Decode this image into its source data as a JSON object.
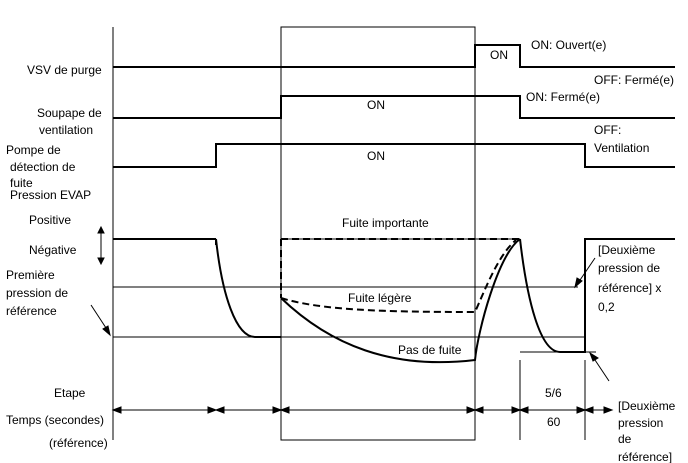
{
  "signals": {
    "purge_vsv": {
      "label": "VSV de purge",
      "pulse": "ON",
      "on_state": "ON: Ouvert(e)",
      "off_state": "OFF: Fermé(e)"
    },
    "vent_valve": {
      "label": [
        "Soupape de",
        "ventilation"
      ],
      "pulse": "ON",
      "on_state": "ON: Fermé(e)",
      "off_state": [
        "OFF:",
        "Ventilation"
      ]
    },
    "leak_pump": {
      "label": [
        "Pompe de",
        "détection de",
        "fuite"
      ],
      "pulse": "ON"
    }
  },
  "evap": {
    "title": "Pression EVAP",
    "positive": "Positive",
    "negative": "Négative",
    "first_ref": [
      "Première",
      "pression de",
      "référence"
    ],
    "big_leak": "Fuite importante",
    "small_leak": "Fuite légère",
    "no_leak": "Pas de fuite",
    "second_ref_x02": [
      "[Deuxième",
      "pression de",
      "référence] x",
      "0,2"
    ],
    "second_ref": [
      "[Deuxième",
      "pression",
      "de",
      "référence]"
    ]
  },
  "bottom": {
    "step_label": "Etape",
    "step_value": "5/6",
    "time_label": "Temps (secondes)",
    "time_value": "60",
    "reference_note": "(référence)"
  }
}
